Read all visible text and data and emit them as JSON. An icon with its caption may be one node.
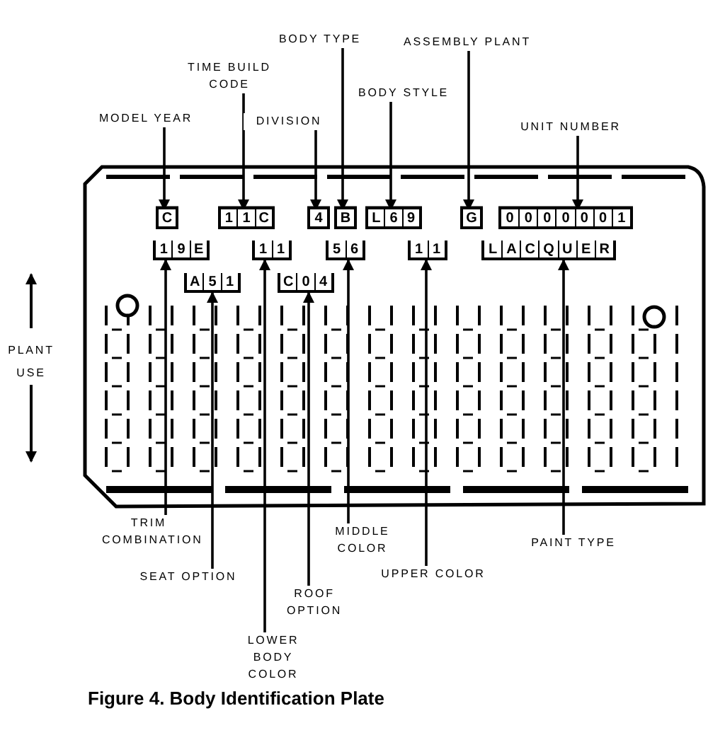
{
  "diagram": {
    "caption": "Figure 4. Body Identification Plate",
    "nodes": [
      {
        "text": [
          "BODY TYPE"
        ]
      },
      {
        "text": [
          "ASSEMBLY PLANT"
        ]
      },
      {
        "text": [
          "TIME BUILD CODE"
        ]
      },
      {
        "text": [
          "BODY STYLE"
        ]
      },
      {
        "text": [
          "MODEL YEAR"
        ]
      },
      {
        "text": [
          "DIVISION"
        ]
      },
      {
        "text": [
          "UNIT NUMBER"
        ]
      },
      {
        "text": [
          "C"
        ]
      },
      {
        "text": [
          "1",
          "1",
          "C"
        ]
      },
      {
        "text": [
          "4"
        ]
      },
      {
        "text": [
          "B"
        ]
      },
      {
        "text": [
          "L",
          "6",
          "9"
        ]
      },
      {
        "text": [
          "G"
        ]
      },
      {
        "text": [
          "0",
          "0",
          "0",
          "0",
          "0",
          "0",
          "1"
        ]
      },
      {
        "text": [
          "1",
          "9",
          "E"
        ]
      },
      {
        "text": [
          "1",
          "1"
        ]
      },
      {
        "text": [
          "5",
          "6"
        ]
      },
      {
        "text": [
          "1",
          "1"
        ]
      },
      {
        "text": [
          "L",
          "A",
          "C",
          "Q",
          "U",
          "E",
          "R"
        ]
      },
      {
        "text": [
          "A",
          "5",
          "1"
        ]
      },
      {
        "text": [
          "C",
          "0",
          "4"
        ]
      },
      {
        "text": [
          "TRIM COMBINATION"
        ]
      },
      {
        "text": [
          "MIDDLE COLOR"
        ]
      },
      {
        "text": [
          "PAINT TYPE"
        ]
      },
      {
        "text": [
          "UPPER COLOR"
        ]
      },
      {
        "text": [
          "SEAT OPTION"
        ]
      },
      {
        "text": [
          "ROOF OPTION"
        ]
      },
      {
        "text": [
          "LOWER BODY COLOR"
        ]
      }
    ],
    "edges": [
      {
        "from": 4,
        "to": 7,
        "arrow": "to"
      },
      {
        "from": 2,
        "to": 8,
        "arrow": "to"
      },
      {
        "from": 5,
        "to": 9,
        "arrow": "to"
      },
      {
        "from": 0,
        "to": 10,
        "arrow": "to"
      },
      {
        "from": 3,
        "to": 11,
        "arrow": "to"
      },
      {
        "from": 1,
        "to": 12,
        "arrow": "to"
      },
      {
        "from": 6,
        "to": 13,
        "arrow": "to"
      },
      {
        "from": 21,
        "to": 14,
        "arrow": "to"
      },
      {
        "from": 25,
        "to": 19,
        "arrow": "to"
      },
      {
        "from": 27,
        "to": 15,
        "arrow": "to"
      },
      {
        "from": 26,
        "to": 20,
        "arrow": "to"
      },
      {
        "from": 22,
        "to": 16,
        "arrow": "to"
      },
      {
        "from": 24,
        "to": 17,
        "arrow": "to"
      },
      {
        "from": 23,
        "to": 18,
        "arrow": "to"
      }
    ],
    "labels": [
      "PLANT USE"
    ]
  }
}
